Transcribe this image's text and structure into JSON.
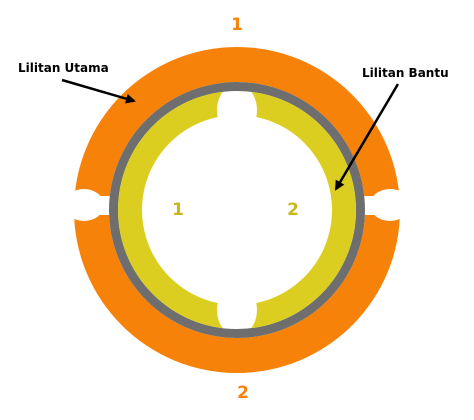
{
  "labels": {
    "main_winding": "Lilitan Utama",
    "auxiliary_winding": "Lilitan Bantu",
    "main_pole_top": "1",
    "main_pole_bottom": "2",
    "aux_pole_left": "1",
    "aux_pole_right": "2"
  },
  "colors": {
    "main_winding": "#f7820a",
    "stator_ring": "#6e6e6e",
    "auxiliary_winding": "#dcce20",
    "main_pole_text": "#f7820a",
    "aux_pole_text": "#c9b81c",
    "arrow": "#000000"
  }
}
